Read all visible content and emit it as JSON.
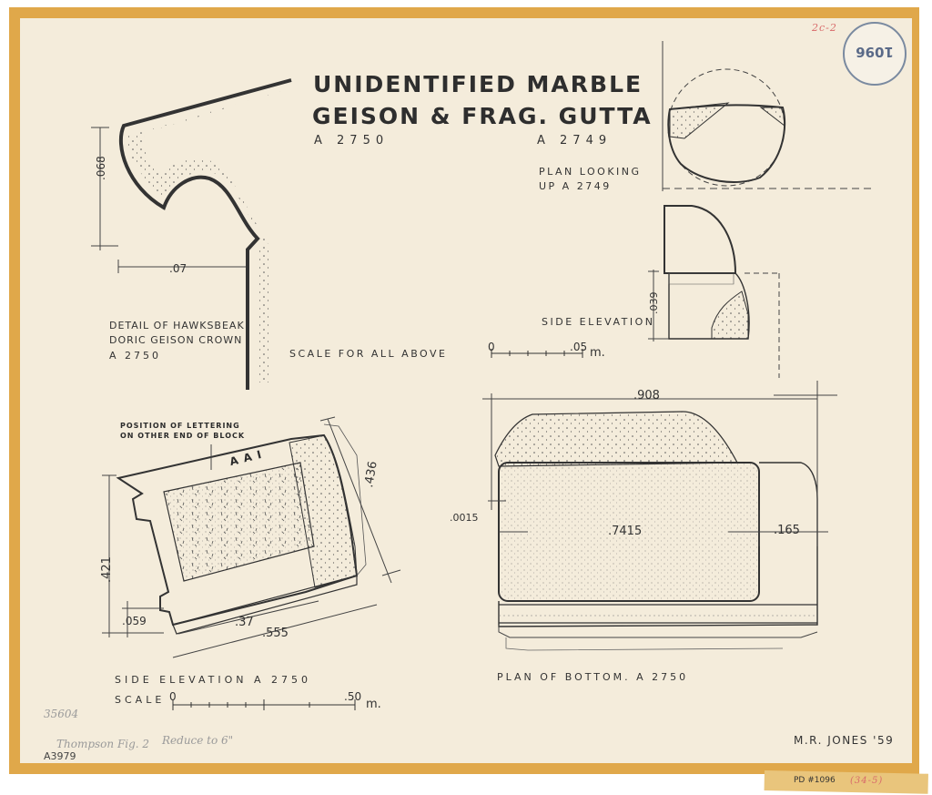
{
  "title": {
    "line1": "UNIDENTIFIED MARBLE",
    "line2": "GEISON & FRAG. GUTTA",
    "cat_left": "A 2750",
    "cat_right": "A 2749"
  },
  "hawksbeak": {
    "label_line1": "DETAIL OF HAWKSBEAK",
    "label_line2": "DORIC GEISON CROWN",
    "label_line3": "A 2750",
    "dim_height": ".068",
    "dim_width": ".07"
  },
  "scale_above": {
    "label": "SCALE FOR ALL ABOVE",
    "start": "0",
    "end": ".05",
    "unit": "m."
  },
  "gutta": {
    "plan_line1": "PLAN LOOKING",
    "plan_line2": "UP  A 2749",
    "side_label": "SIDE ELEVATION",
    "dim_height": ".039"
  },
  "side_elevation": {
    "lettering_note_line1": "POSITION OF LETTERING",
    "lettering_note_line2": "ON OTHER END OF BLOCK",
    "inscription": "A A I",
    "dim_421": ".421",
    "dim_059": ".059",
    "dim_37": ".37",
    "dim_555": ".555",
    "dim_436": ".436",
    "label": "SIDE ELEVATION  A 2750"
  },
  "scale_below": {
    "label": "SCALE",
    "start": "0",
    "end": ".50",
    "unit": "m."
  },
  "plan_bottom": {
    "dim_908": ".908",
    "dim_7415": ".7415",
    "dim_165": ".165",
    "dim_0015": ".0015",
    "label": "PLAN OF BOTTOM.  A 2750"
  },
  "stamp": {
    "number": "1096",
    "red_mark": "2c-2"
  },
  "margin_notes": {
    "number_top": "35604",
    "fig_note": "Thompson Fig. 2",
    "reduce_note": "Reduce to 6\"",
    "catalog": "A3979"
  },
  "signature": "M.R. JONES '59",
  "footer": {
    "pd": "PD #1096",
    "red": "(34-5)"
  }
}
